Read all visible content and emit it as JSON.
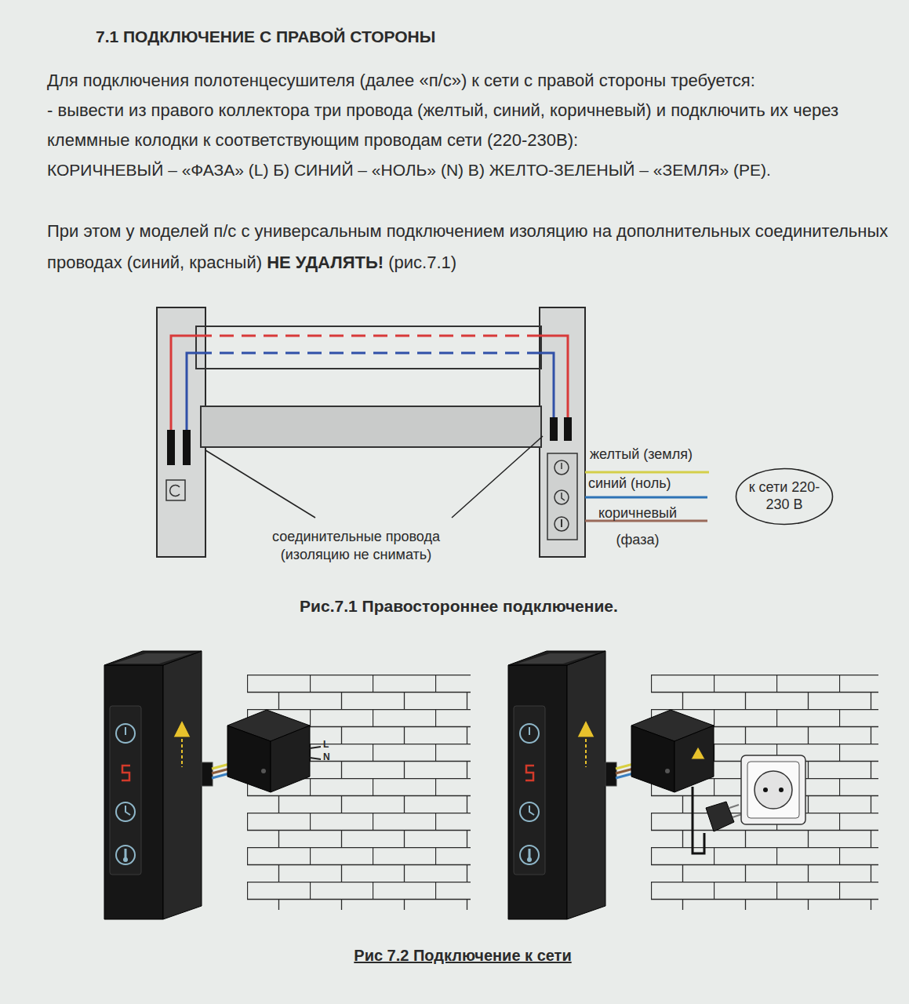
{
  "diagram": {
    "title": "7.1 ПОДКЛЮЧЕНИЕ С ПРАВОЙ СТОРОНЫ",
    "caption": "Рис 7.2 Подключение к сети",
    "nodes": [
      {
        "text": [
          "к сети 220-230 В"
        ]
      }
    ],
    "labels": [
      "Для подключения полотенцесушителя (далее «п/с») к сети с правой стороны требуется:",
      "- вывести из правого коллектора три провода (желтый, синий, коричневый) и подключить их через клеммные колодки к соответствующим проводам сети (220-230В):",
      "КОРИЧНЕВЫЙ – «ФАЗА» (L) Б) СИНИЙ – «НОЛЬ» (N) В) ЖЕЛТО-ЗЕЛЕНЫЙ – «ЗЕМЛЯ» (PE).",
      "При этом у моделей п/с с универсальным подключением изоляцию на дополнительных соединительных проводах (синий, красный)",
      "НЕ УДАЛЯТЬ!",
      "(рис.7.1)",
      "желтый (земля)",
      "синий (ноль)",
      "коричневый (фаза)",
      "соединительные провода (изоляцию не снимать)",
      "Рис.7.1 Правостороннее подключение.",
      "L",
      "N"
    ]
  }
}
